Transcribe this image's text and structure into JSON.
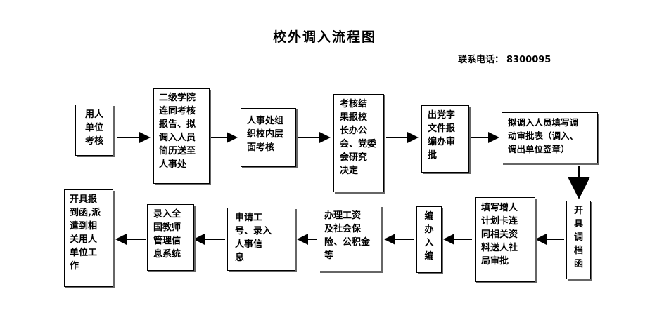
{
  "title": "校外调入流程图",
  "contact": {
    "label": "联系电话：",
    "number": "8300095"
  },
  "steps": [
    "用人\n单位\n考核",
    "二级学院\n连同考核\n报告、拟\n调入人员\n简历送至\n人事处",
    "人事处组\n织校内层\n面考核",
    "考核结\n果报校\n长办公\n会、党委\n会研究\n决定",
    "出党字\n文件报\n编办审\n批",
    "拟调入人员填写调\n动审批表（调入、\n调出单位签章）",
    "开\n具\n调\n档\n函",
    "填写增人\n计划卡连\n同相关资\n料送人社\n局审批",
    "编\n办\n入\n编",
    "办理工资\n及社会保\n险、公积金\n等",
    "申请工\n号、录入\n人事信\n息",
    "录入全\n国教师\n管理信\n息系统",
    "开具报\n到函,派\n遣到相\n关用人\n单位工\n作"
  ]
}
